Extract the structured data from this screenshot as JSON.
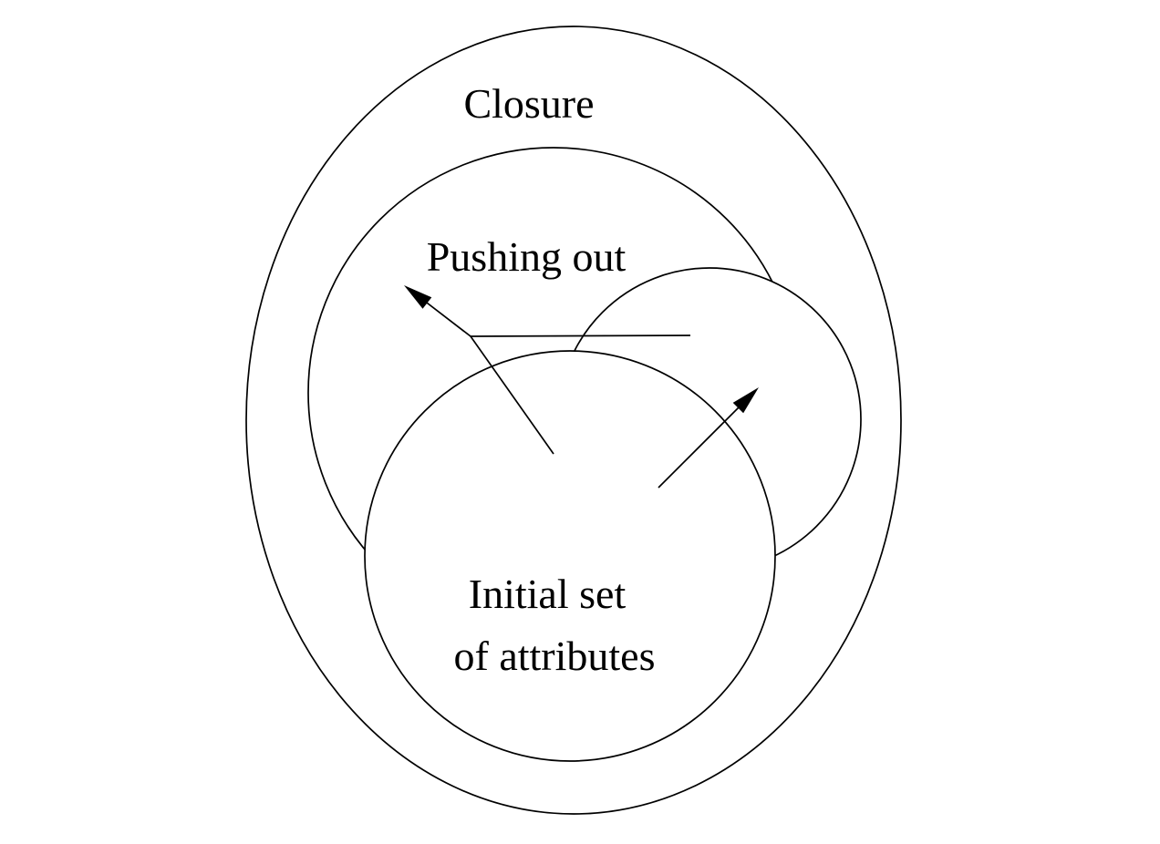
{
  "diagram": {
    "type": "euler-set-diagram",
    "background_color": "#ffffff",
    "stroke_color": "#000000",
    "labels": {
      "closure": "Closure",
      "pushing_out": "Pushing out",
      "initial_set_line1": "Initial set",
      "initial_set_line2": "of attributes"
    }
  }
}
